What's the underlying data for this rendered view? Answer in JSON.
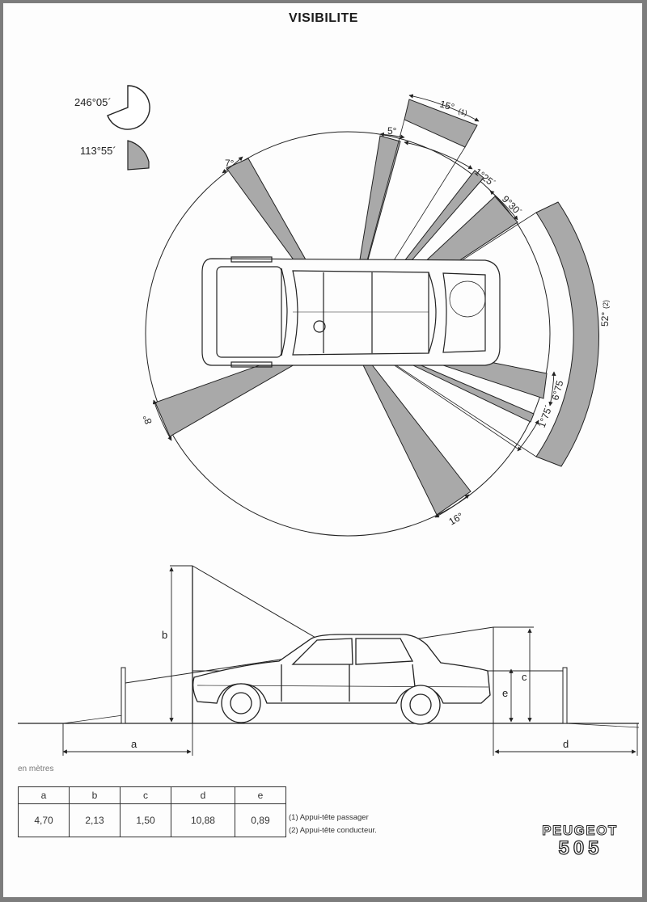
{
  "title": "VISIBILITE",
  "legend": {
    "large_label": "246°05´",
    "small_label": "113°55´"
  },
  "angles": {
    "a15": "15°",
    "a15_note": "(1)",
    "a5": "5°",
    "a7": "7°",
    "a125": "1°25´",
    "a930": "9°30´",
    "a52": "52°",
    "a52_note": "(2)",
    "a675": "6°75",
    "a175": "1°75´",
    "a8": "8°",
    "a16": "16°"
  },
  "side_labels": {
    "a": "a",
    "b": "b",
    "c": "c",
    "d": "d",
    "e": "e"
  },
  "unit": "en mètres",
  "table": {
    "headers": [
      "a",
      "b",
      "c",
      "d",
      "e"
    ],
    "values": [
      "4,70",
      "2,13",
      "1,50",
      "10,88",
      "0,89"
    ]
  },
  "notes": {
    "n1": "(1) Appui-tête passager",
    "n2": "(2) Appui-tête conducteur."
  },
  "brand": "PEUGEOT",
  "model": "505",
  "colors": {
    "wedge_fill": "#a9a9a9",
    "line": "#222222",
    "page": "#fdfdfd"
  }
}
